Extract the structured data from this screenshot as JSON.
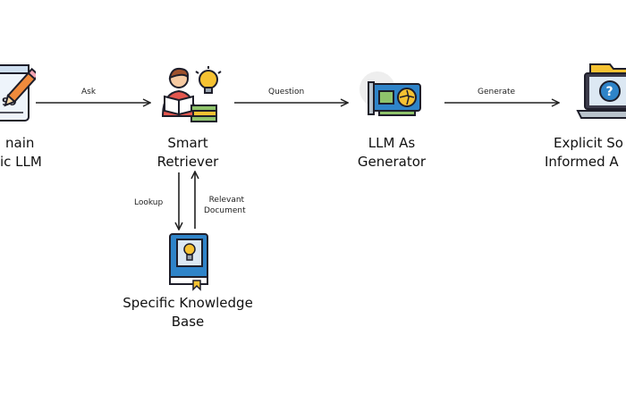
{
  "nodes": {
    "domain_llm": {
      "line1": "nain",
      "line2": "ic LLM"
    },
    "smart_retriever": {
      "line1": "Smart",
      "line2": "Retriever"
    },
    "llm_generator": {
      "line1": "LLM As",
      "line2": "Generator"
    },
    "explicit_answer": {
      "line1": "Explicit So",
      "line2": "Informed A"
    },
    "knowledge_base": {
      "line1": "Specific Knowledge",
      "line2": "Base"
    }
  },
  "edges": {
    "ask": "Ask",
    "question": "Question",
    "generate": "Generate",
    "lookup": "Lookup",
    "relevant_line1": "Relevant",
    "relevant_line2": "Document"
  },
  "icons": {
    "domain_llm": "notepad-pencil-icon",
    "smart_retriever": "person-reading-idea-icon",
    "llm_generator": "gpu-card-icon",
    "explicit_answer": "laptop-question-icon",
    "knowledge_base": "book-lightbulb-icon"
  },
  "colors": {
    "line": "#222222",
    "blue": "#2f84c9",
    "yellow": "#f6c232",
    "orange": "#f08a3c",
    "green": "#8fc36b",
    "dark_outline": "#1e1e2a"
  }
}
